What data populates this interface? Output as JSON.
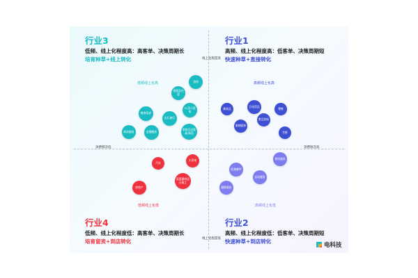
{
  "axes": {
    "top": "线上化程度高",
    "bottom": "线上化程度低",
    "left": "消费频次低",
    "right": "消费频次高"
  },
  "quadrants": {
    "q3": {
      "title": "行业3",
      "desc": "低频、线上化程度高：高客单、决策周期长",
      "strategy": "培育种草+线上转化",
      "sub": "低频线上化高",
      "color": "#19bcc3"
    },
    "q1": {
      "title": "行业1",
      "desc": "高频、线上化程度高：低客单、决策周期短",
      "strategy": "快速种草+直接转化",
      "sub": "高频线上化高",
      "color": "#3d4fd3"
    },
    "q4": {
      "title": "行业4",
      "desc": "低频、线上化程度低：高客单、决策周期长",
      "strategy": "培育留资+到店转化",
      "sub": "低频线上化低",
      "color": "#f0323e"
    },
    "q2": {
      "title": "行业2",
      "desc": "高频、线上化程度低：低客单、决策周期短",
      "strategy": "快速种草+到店转化",
      "sub": "高频线上化低",
      "color": "#7d7df0"
    }
  },
  "bubbles": {
    "q3": [
      "游戏",
      "视频及内容",
      "3C及小家电",
      "教育培训",
      "出行旅行",
      "家装日出家具/饰品",
      "商务服务",
      "金融服务"
    ],
    "q1": [
      "美妆品",
      "日化用品",
      "零售",
      "服装配饰",
      "食品饮料",
      "生鲜"
    ],
    "q4": [
      "汽车",
      "大家电",
      "家居建材设计施工",
      "房地产"
    ],
    "q2": [
      "医美美甲",
      "餐饮服务",
      "运动健身",
      "摄影服务"
    ]
  },
  "logo": {
    "text": "电科技",
    "icon": "logo-mark-icon"
  }
}
